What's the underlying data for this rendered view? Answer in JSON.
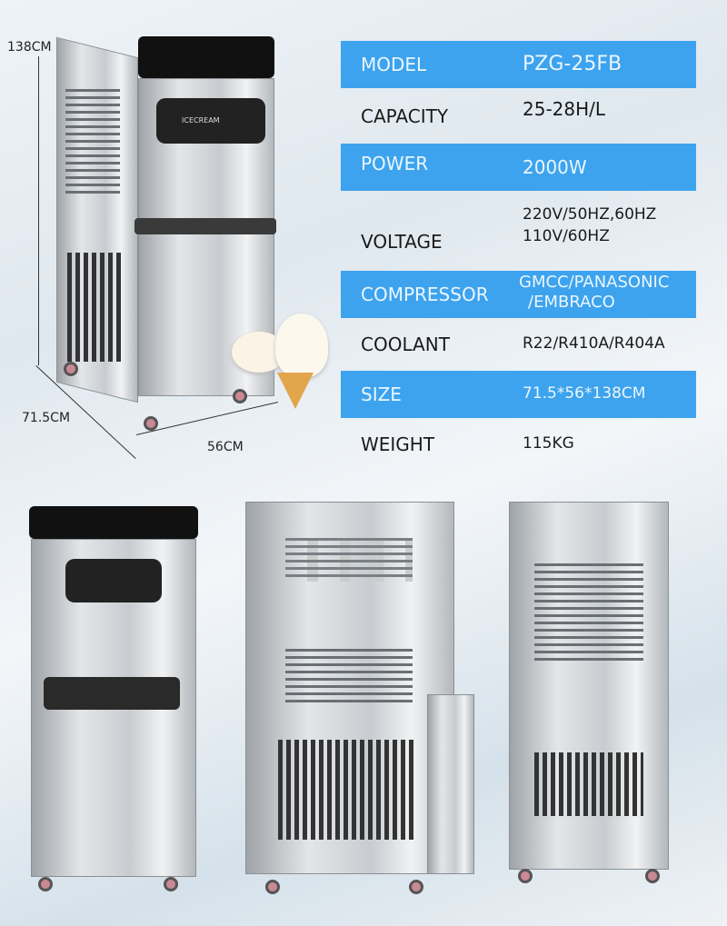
{
  "dimensions": {
    "height": "138CM",
    "depth": "71.5CM",
    "width": "56CM"
  },
  "machine_label": "ICECREAM",
  "specs": [
    {
      "label": "MODEL",
      "value": "PZG-25FB",
      "style": "blue"
    },
    {
      "label": "CAPACITY",
      "value": "25-28H/L",
      "style": "white"
    },
    {
      "label": "POWER",
      "value": "2000W",
      "style": "blue"
    },
    {
      "label": "VOLTAGE",
      "value": "220V/50HZ,60HZ",
      "value2": "110V/60HZ",
      "style": "white"
    },
    {
      "label": "COMPRESSOR",
      "value": "GMCC/PANASONIC",
      "value2": "/EMBRACO",
      "style": "blue"
    },
    {
      "label": "COOLANT",
      "value": "R22/R410A/R404A",
      "style": "white"
    },
    {
      "label": "SIZE",
      "value": "71.5*56*138CM",
      "style": "blue"
    },
    {
      "label": "WEIGHT",
      "value": "115KG",
      "style": "white"
    }
  ],
  "colors": {
    "accent": "#3da3ee"
  }
}
